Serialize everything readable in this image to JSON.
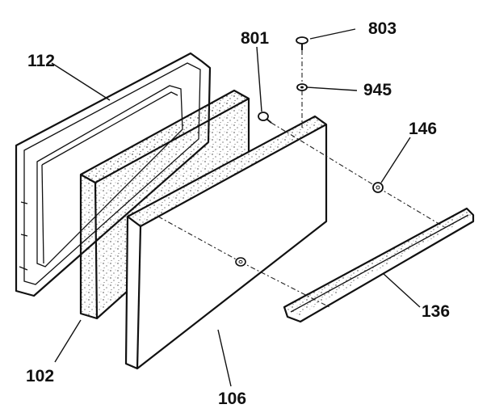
{
  "callouts": {
    "frame": "112",
    "insulation": "102",
    "door_panel": "106",
    "trim": "136",
    "grommet": "146",
    "screw_left": "801",
    "screw_top": "803",
    "washer": "945"
  }
}
